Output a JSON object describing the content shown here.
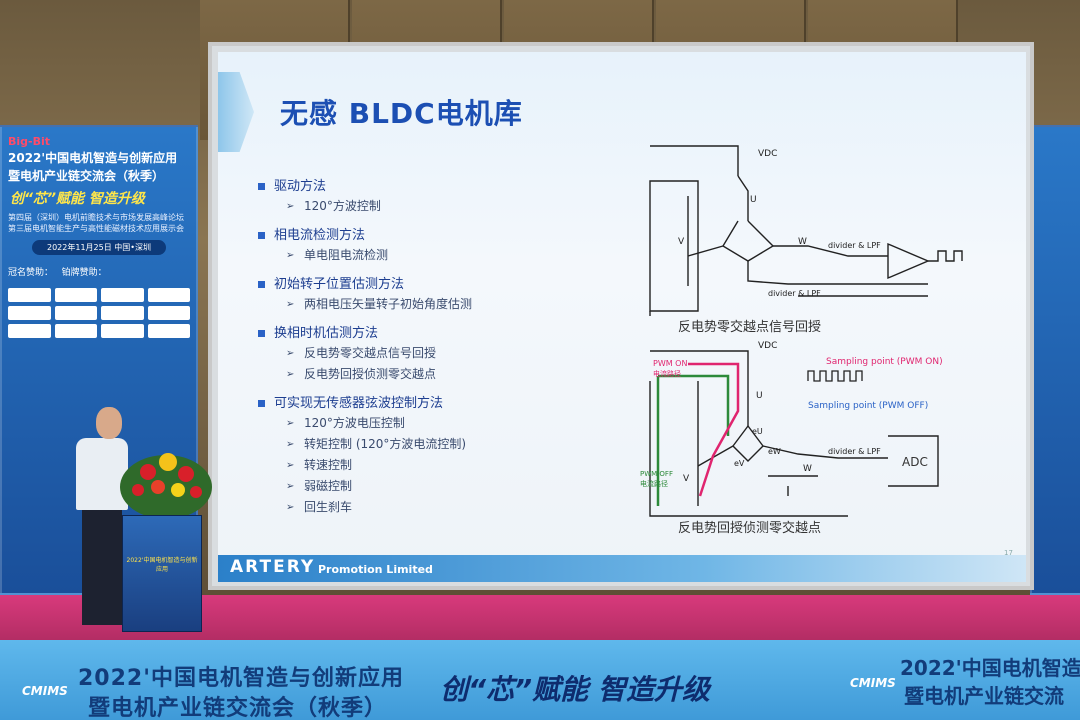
{
  "slide": {
    "title": "无感 BLDC电机库",
    "bullets": [
      {
        "label": "驱动方法",
        "subs": [
          "120°方波控制"
        ]
      },
      {
        "label": "相电流检测方法",
        "subs": [
          "单电阻电流检测"
        ]
      },
      {
        "label": "初始转子位置估测方法",
        "subs": [
          "两相电压矢量转子初始角度估测"
        ]
      },
      {
        "label": "换相时机估测方法",
        "subs": [
          "反电势零交越点信号回授",
          "反电势回授侦测零交越点"
        ]
      },
      {
        "label": "可实现无传感器弦波控制方法",
        "subs": [
          "120°方波电压控制",
          "转矩控制 (120°方波电流控制)",
          "转速控制",
          "弱磁控制",
          "回生刹车"
        ]
      }
    ],
    "diagram": {
      "caption_top": "反电势零交越点信号回授",
      "caption_bottom": "反电势回授侦测零交越点",
      "labels": {
        "vdc": "VDC",
        "u": "U",
        "v": "V",
        "w": "W",
        "divider_lpf": "divider & LPF",
        "pwm_on": "PWM ON",
        "pwm_on_path": "电流路径",
        "pwm_off": "PWM OFF",
        "pwm_off_path": "电流路径",
        "sampling_on": "Sampling point (PWM ON)",
        "sampling_off": "Sampling point (PWM OFF)",
        "adc": "ADC",
        "eu": "eU",
        "ev": "eV",
        "ew": "eW"
      }
    },
    "footer_logo": "ARTERY",
    "footer_text": "Promotion Limited",
    "page_number": "17"
  },
  "left_banner": {
    "logo": "Big-Bit",
    "title_line1": "2022'中国电机智造与创新应用",
    "title_line2": "暨电机产业链交流会（秋季）",
    "slogan": "创“芯”赋能 智造升级",
    "sub1": "第四届（深圳）电机前瞻技术与市场发展高峰论坛",
    "sub2": "第三届电机智能生产与高性能磁材技术应用展示会",
    "date": "2022年11月25日 中国•深圳",
    "sponsor": "冠名赞助：",
    "sponsor2": "铂牌赞助："
  },
  "podium": {
    "text": "2022'中国电机智造与创新应用"
  },
  "bottom_banner": {
    "logo": "CMIMS",
    "line1": "2022'中国电机智造与创新应用",
    "line2": "暨电机产业链交流会（秋季）",
    "slogan": "创“芯”赋能  智造升级",
    "right_line1": "2022'中国电机智造",
    "right_line2": "暨电机产业链交流"
  },
  "colors": {
    "title": "#1c4fb3",
    "bullet": "#2a62c6",
    "stage": "#d83a7c",
    "banner": "#3f9ad8"
  }
}
